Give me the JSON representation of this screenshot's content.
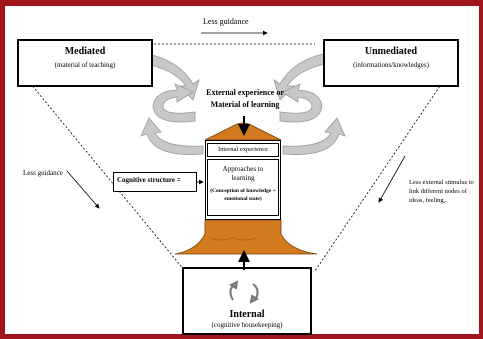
{
  "colors": {
    "frame": "#a0141c",
    "mountain": "#d27a1e",
    "mountain_dark": "#b85f10",
    "arrow_gray": "#c8c8c8"
  },
  "top_label": "Less guidance",
  "left_label": "Less guidance",
  "right_label": "Less external stimulus to link different nodes of ideas, feeling,.",
  "mediated": {
    "title": "Mediated",
    "subtitle": "(material of teaching)"
  },
  "unmediated": {
    "title": "Unmediated",
    "subtitle": "(informations/knowledges)"
  },
  "center": {
    "line1": "External experience or",
    "line2": "Material of learning"
  },
  "cognitive_structure_label": "Cognitive structure =",
  "inner": {
    "internal_experience": "Internal experience",
    "approaches_line1": "Approaches to",
    "approaches_line2": "learning",
    "conception_line1": "(Conception of knowledge +",
    "conception_line2": "emotional state)"
  },
  "internal": {
    "title": "Internal",
    "subtitle": "(cognitive housekeeping)",
    "icon": "cycle-arrows-icon"
  }
}
